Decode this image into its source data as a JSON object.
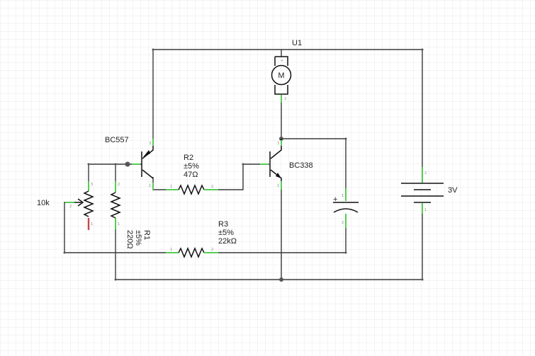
{
  "colors": {
    "background": "#ffffff",
    "grid": "#e9e9e9",
    "wire": "#3a3a3a",
    "pin_highlight": "#55cc55",
    "unconnected_pin": "#cc4444",
    "symbol": "#111111"
  },
  "components": {
    "motor": {
      "designator": "U1",
      "symbol_letter": "M",
      "plus": "+"
    },
    "pnp": {
      "label": "BC557"
    },
    "npn": {
      "label": "BC338"
    },
    "r2": {
      "name": "R2",
      "tolerance": "±5%",
      "value": "47Ω"
    },
    "r1": {
      "name": "R1",
      "tolerance": "±5%",
      "value": "220Ω"
    },
    "r3": {
      "name": "R3",
      "tolerance": "±5%",
      "value": "22kΩ"
    },
    "potentiometer": {
      "value": "10k"
    },
    "battery": {
      "value": "3V"
    },
    "capacitor": {
      "plus": "+"
    }
  },
  "pin_numbers": {
    "one": "1",
    "two": "2",
    "three": "3"
  }
}
